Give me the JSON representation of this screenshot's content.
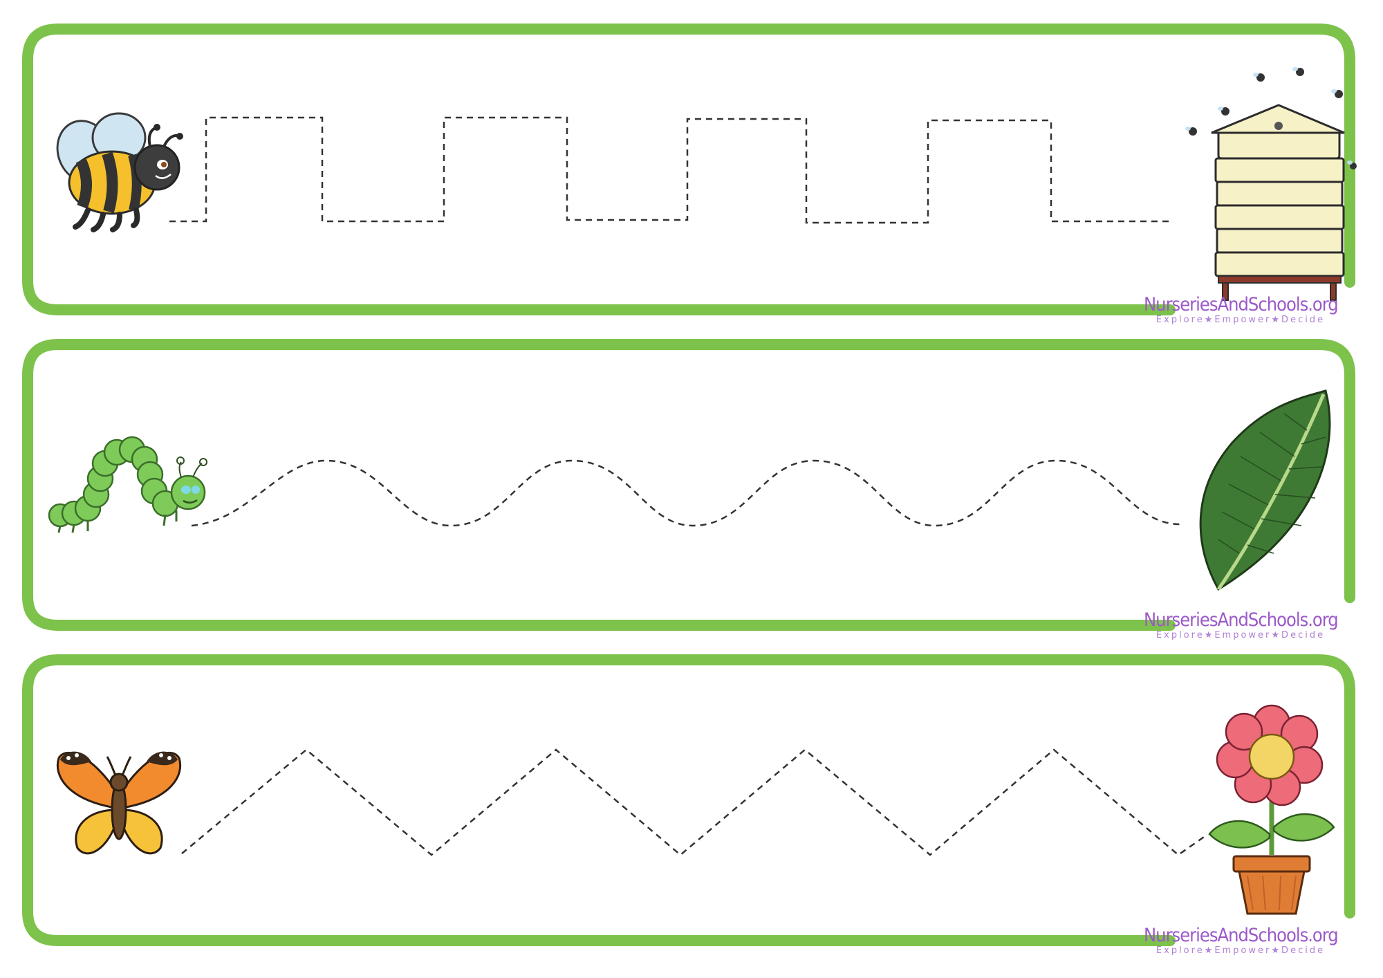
{
  "accent_color": "#7dc24b",
  "logo": {
    "brand": "NurseriesAndSchools.org",
    "tagline": "Explore★Empower★Decide"
  },
  "rows": [
    {
      "start_icon": "bee-icon",
      "end_icon": "beehive-icon",
      "pattern": "square-wave"
    },
    {
      "start_icon": "caterpillar-icon",
      "end_icon": "leaf-icon",
      "pattern": "curved-wave"
    },
    {
      "start_icon": "butterfly-icon",
      "end_icon": "flower-pot-icon",
      "pattern": "zigzag"
    }
  ]
}
